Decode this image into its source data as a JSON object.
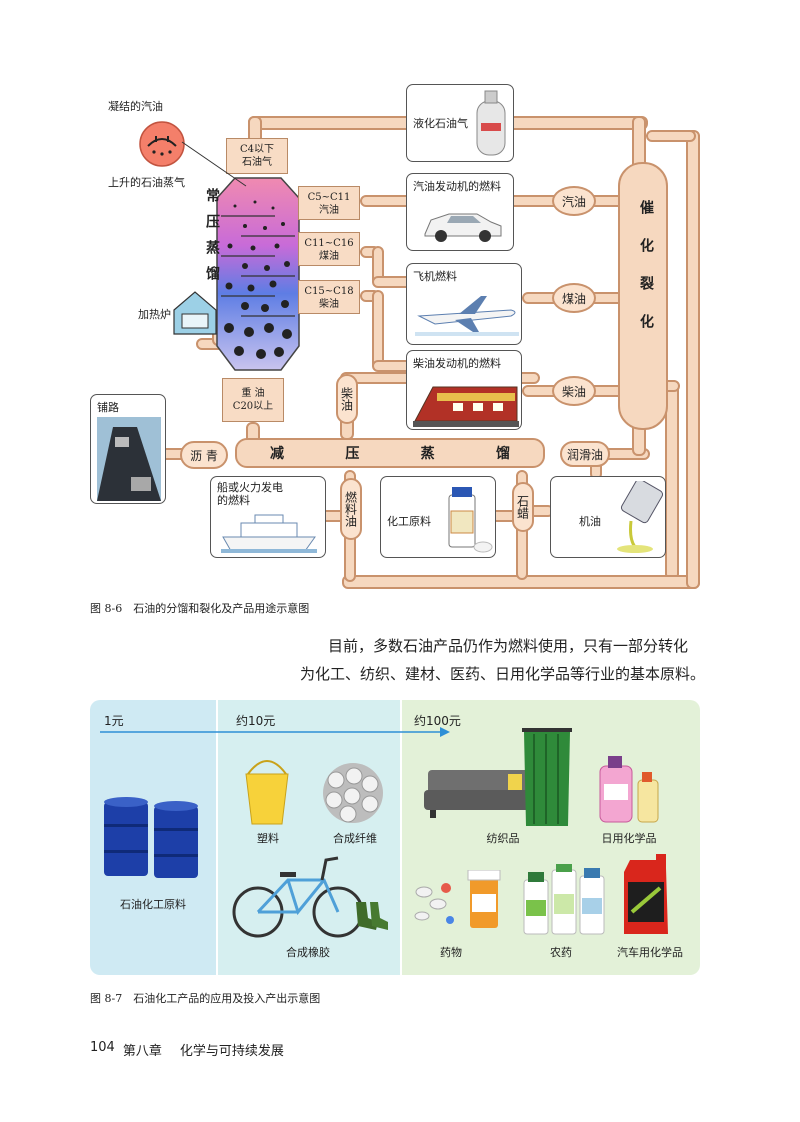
{
  "fig1": {
    "condensed_oil": "凝结的汽油",
    "rising_vapor": "上升的石油蒸气",
    "furnace": "加热炉",
    "atm_column": "常压蒸馏",
    "fractions": [
      {
        "top": "C4以下",
        "bottom": "石油气"
      },
      {
        "top": "C5~C11",
        "bottom": "汽油"
      },
      {
        "top": "C11~C16",
        "bottom": "煤油"
      },
      {
        "top": "C15~C18",
        "bottom": "柴油"
      },
      {
        "top": "重 油",
        "bottom": "C20以上"
      }
    ],
    "products": {
      "lpg": "液化石油气",
      "gasoline_fuel": "汽油发动机的燃料",
      "aviation_fuel": "飞机燃料",
      "diesel_fuel": "柴油发动机的燃料",
      "road": "铺路",
      "ship_fuel": "船或火力发电的燃料",
      "chem_raw": "化工原料",
      "engine_oil": "机油"
    },
    "nodes": {
      "gasoline": "汽油",
      "kerosene": "煤油",
      "diesel": "柴油",
      "asphalt": "沥 青",
      "lube": "润滑油",
      "diesel_v": "柴油",
      "fuel_oil": "燃料油",
      "paraffin": "石蜡"
    },
    "cracking": "催化裂化",
    "vacuum": [
      "减",
      "压",
      "蒸",
      "馏"
    ],
    "caption": "图 8-6　石油的分馏和裂化及产品用途示意图"
  },
  "paragraph": {
    "line1": "目前，多数石油产品仍作为燃料使用，只有一部分转化",
    "line2": "为化工、纺织、建材、医药、日用化学品等行业的基本原料。"
  },
  "fig2": {
    "values": [
      "1元",
      "约10元",
      "约100元"
    ],
    "items": {
      "raw": "石油化工原料",
      "plastic": "塑料",
      "fiber": "合成纤维",
      "rubber": "合成橡胶",
      "textile": "纺织品",
      "daily": "日用化学品",
      "medicine": "药物",
      "pesticide": "农药",
      "auto": "汽车用化学品"
    },
    "caption": "图 8-7　石油化工产品的应用及投入产出示意图"
  },
  "footer": {
    "page_number": "104",
    "chapter": "第八章",
    "title": "化学与可持续发展"
  }
}
